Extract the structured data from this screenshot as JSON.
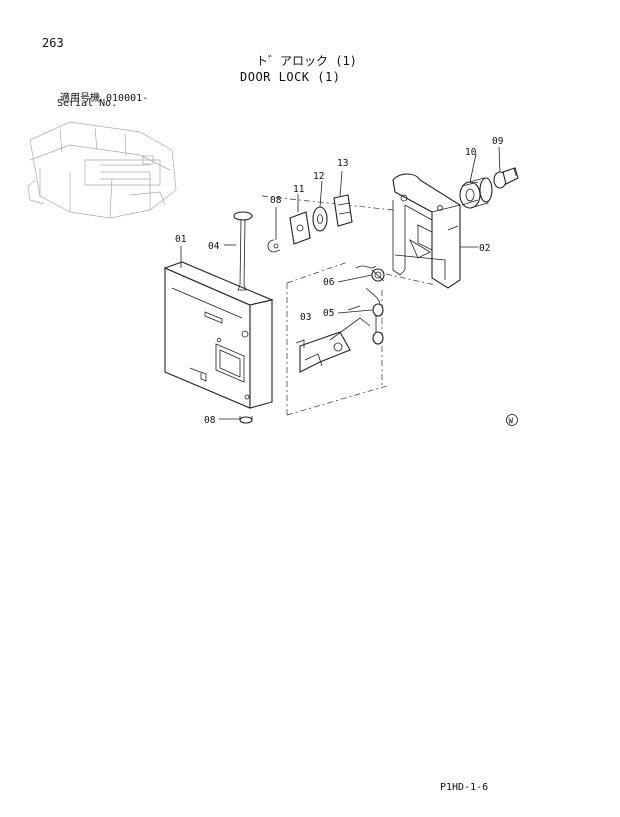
{
  "header": {
    "page_number": "263",
    "title_jp": "ト゛アロック (1)",
    "title_en": "DOOR LOCK (1)",
    "serial_label_jp": "適用号機  010001-",
    "serial_label_en": "Serial No."
  },
  "callouts": [
    "01",
    "02",
    "03",
    "04",
    "05",
    "06",
    "08",
    "08",
    "09",
    "10",
    "11",
    "12",
    "13"
  ],
  "watermark_symbol": "W",
  "footer": {
    "code": "P1HD-1-6"
  }
}
